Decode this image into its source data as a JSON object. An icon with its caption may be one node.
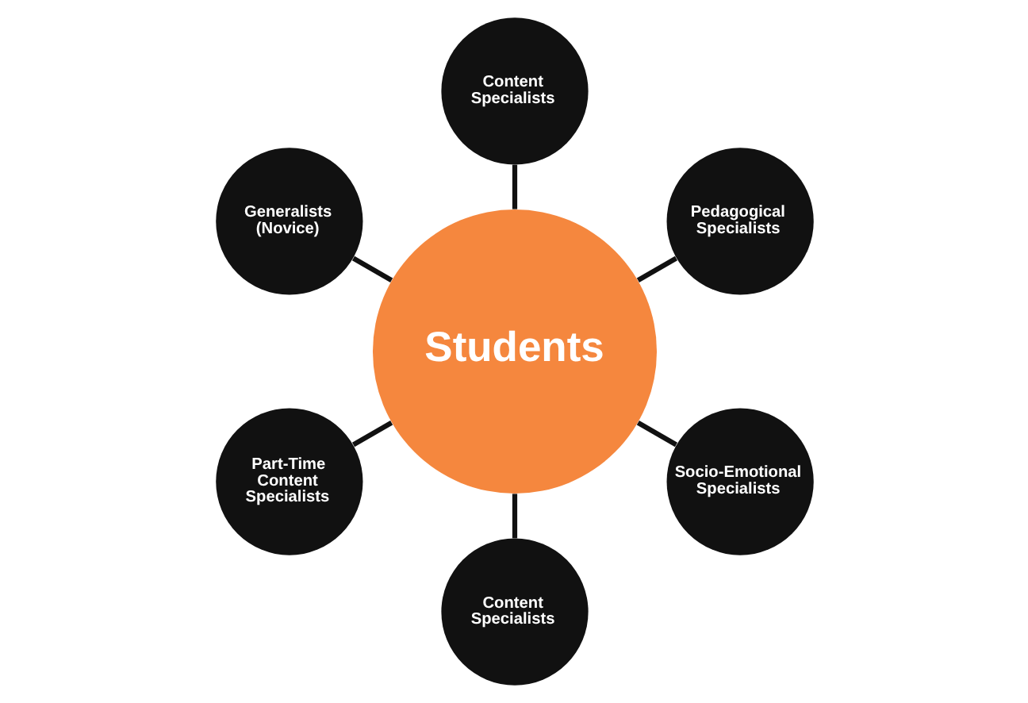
{
  "diagram": {
    "nodes": [
      {
        "text": [
          "Students"
        ]
      },
      {
        "text": [
          "Pedagogical Specialists"
        ]
      },
      {
        "text": [
          "Content Specialists"
        ]
      },
      {
        "text": [
          "Generalists (Novice)"
        ]
      },
      {
        "text": [
          "Part-Time Content Specialists"
        ]
      },
      {
        "text": [
          "Content Specialists"
        ]
      },
      {
        "text": [
          "Socio-Emotional Specialists"
        ]
      }
    ],
    "edges": [
      {
        "from": 0,
        "to": 1,
        "arrow": "none"
      },
      {
        "from": 0,
        "to": 2,
        "arrow": "none"
      },
      {
        "from": 0,
        "to": 3,
        "arrow": "none"
      },
      {
        "from": 0,
        "to": 4,
        "arrow": "none"
      },
      {
        "from": 0,
        "to": 5,
        "arrow": "none"
      },
      {
        "from": 0,
        "to": 6,
        "arrow": "none"
      }
    ]
  }
}
